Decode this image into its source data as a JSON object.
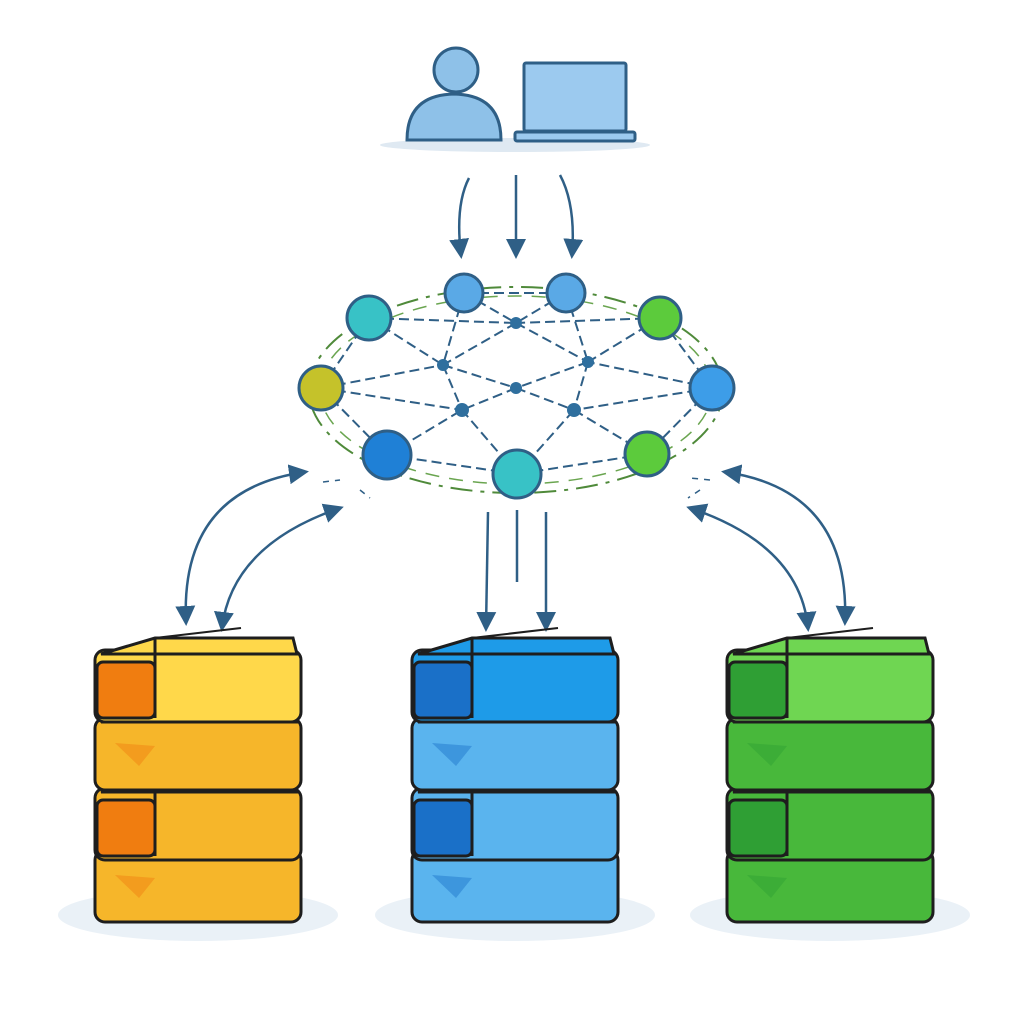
{
  "diagram": {
    "type": "distributed-network-to-storage",
    "colors": {
      "user": "#8ec1e8",
      "outline": "#2f5f86",
      "arrow": "#2f5f86",
      "mesh_ring": "#4f8a3a",
      "stack_orange": "#f5b324",
      "stack_blue": "#1f86d9",
      "stack_green": "#4dbb3f"
    },
    "top": {
      "icons": [
        "user-icon",
        "laptop-icon"
      ]
    },
    "network": {
      "outer_nodes": [
        {
          "id": "n1",
          "color": "#5aa9e6"
        },
        {
          "id": "n2",
          "color": "#5aa9e6"
        },
        {
          "id": "n3",
          "color": "#5ccb3c"
        },
        {
          "id": "n4",
          "color": "#3d9de8"
        },
        {
          "id": "n5",
          "color": "#5ccb3c"
        },
        {
          "id": "n6",
          "color": "#38c2c6"
        },
        {
          "id": "n7",
          "color": "#1f80d6"
        },
        {
          "id": "n8",
          "color": "#c5c22a"
        },
        {
          "id": "n9",
          "color": "#38c2c6"
        }
      ]
    },
    "storage_stacks": [
      {
        "id": "orange-stack",
        "top": "#ffd84a",
        "front": "#f6b62a",
        "dark": "#f07d10"
      },
      {
        "id": "blue-stack",
        "top": "#1e9be8",
        "front": "#5ab4ee",
        "dark": "#1a70c8"
      },
      {
        "id": "green-stack",
        "top": "#6fd652",
        "front": "#48b83b",
        "dark": "#2f9f34"
      }
    ]
  }
}
